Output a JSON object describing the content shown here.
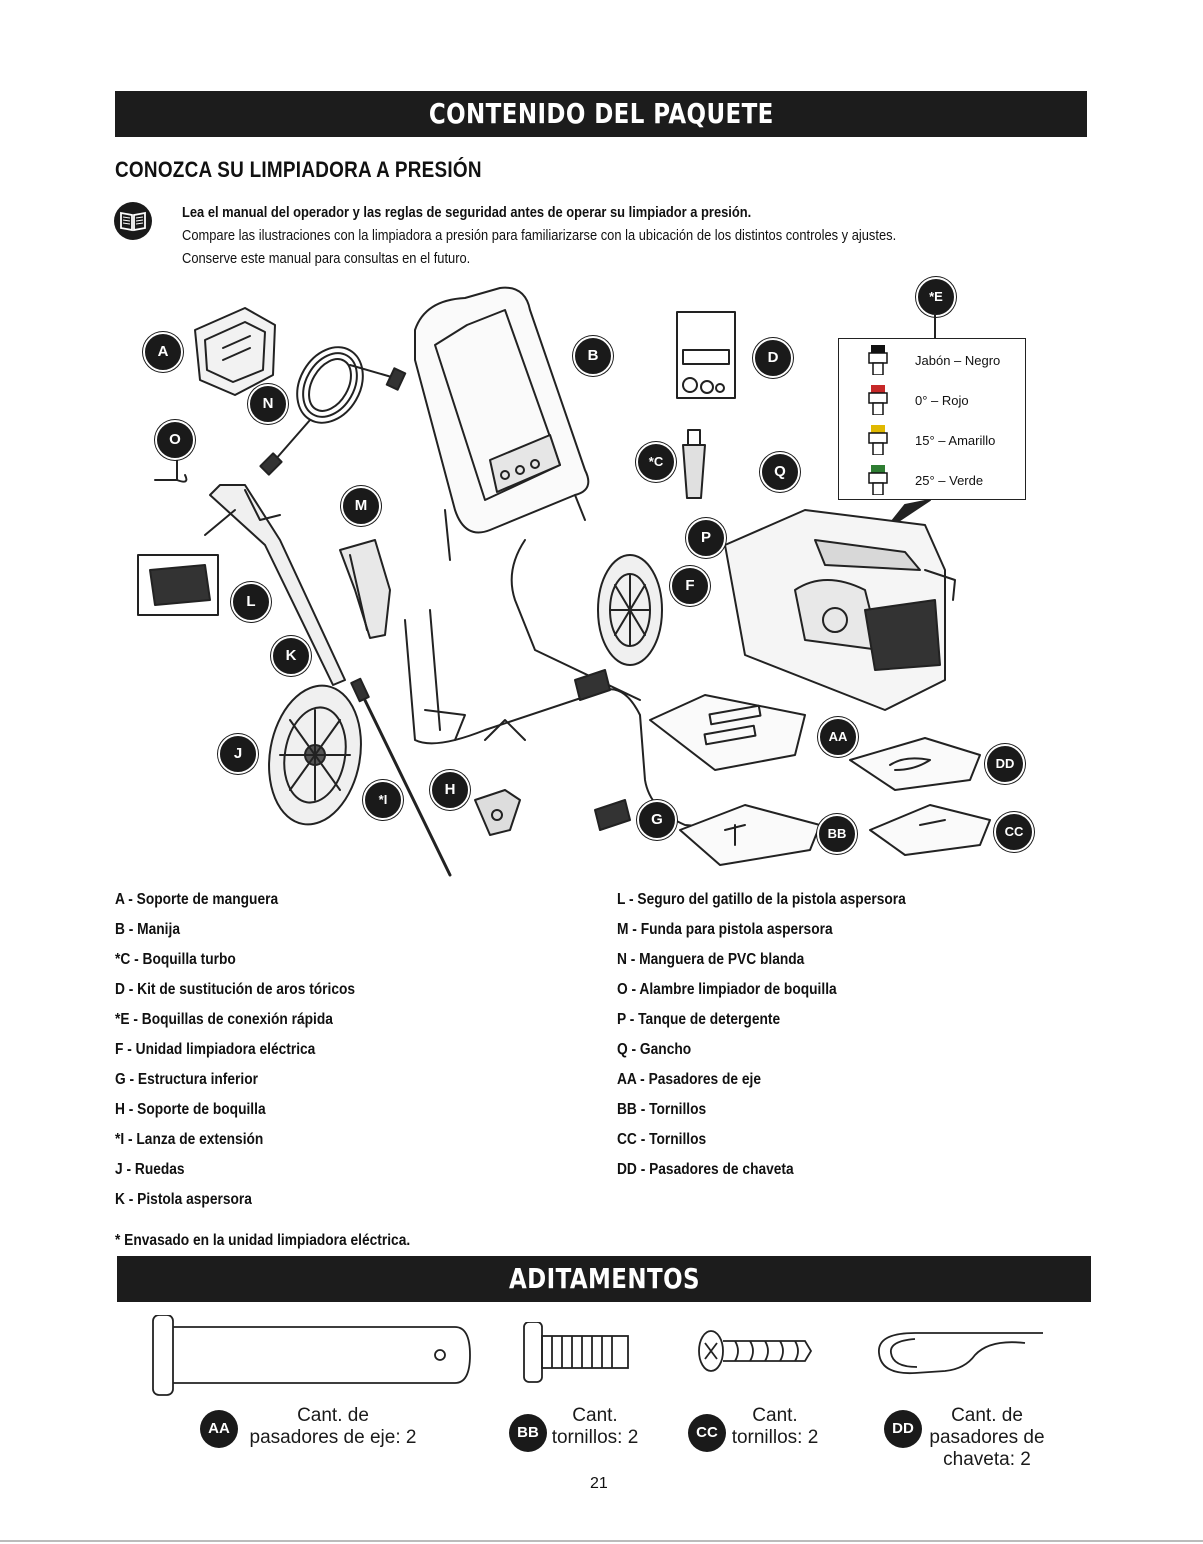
{
  "header": {
    "title": "CONTENIDO DEL PAQUETE"
  },
  "section": {
    "title": "CONOZCA SU LIMPIADORA A PRESIÓN",
    "intro_bold": "Lea el manual del operador y las reglas de seguridad antes de operar su limpiador a presión.",
    "intro_line1": "Compare las ilustraciones con la limpiadora a presión para familiarizarse con la ubicación de los distintos controles y ajustes.",
    "intro_line2": "Conserve este manual para consultas en el futuro."
  },
  "diagram": {
    "callouts": [
      "A",
      "B",
      "*C",
      "D",
      "*E",
      "F",
      "G",
      "H",
      "*I",
      "J",
      "K",
      "L",
      "M",
      "N",
      "O",
      "P",
      "Q",
      "AA",
      "BB",
      "CC",
      "DD"
    ],
    "nozzles": [
      {
        "label": "Jabón – Negro",
        "color": "#111111"
      },
      {
        "label": "0° – Rojo",
        "color": "#c62828"
      },
      {
        "label": "15° – Amarillo",
        "color": "#e0b800"
      },
      {
        "label": "25° – Verde",
        "color": "#2e7d32"
      }
    ]
  },
  "parts_left": [
    "A - Soporte de manguera",
    "B - Manija",
    "*C - Boquilla turbo",
    "D - Kit de sustitución de aros tóricos",
    "*E - Boquillas de conexión rápida",
    "F - Unidad limpiadora eléctrica",
    "G - Estructura inferior",
    "H - Soporte de boquilla",
    "*I - Lanza de extensión",
    "J - Ruedas",
    "K - Pistola aspersora"
  ],
  "parts_right": [
    "L - Seguro del gatillo de la pistola aspersora",
    "M - Funda para pistola aspersora",
    "N - Manguera de PVC blanda",
    "O - Alambre limpiador de boquilla",
    "P - Tanque de detergente",
    "Q - Gancho",
    "AA - Pasadores de eje",
    "BB - Tornillos",
    "CC - Tornillos",
    "DD - Pasadores de chaveta"
  ],
  "footnote": "* Envasado en la unidad limpiadora eléctrica.",
  "hardware_header": {
    "title": "ADITAMENTOS"
  },
  "hardware": [
    {
      "badge": "AA",
      "line1": "Cant. de",
      "line2": "pasadores de eje: 2",
      "line3": ""
    },
    {
      "badge": "BB",
      "line1": "Cant.",
      "line2": "tornillos: 2",
      "line3": ""
    },
    {
      "badge": "CC",
      "line1": "Cant.",
      "line2": "tornillos: 2",
      "line3": ""
    },
    {
      "badge": "DD",
      "line1": "Cant. de",
      "line2": "pasadores de",
      "line3": "chaveta: 2"
    }
  ],
  "page_number": "21"
}
